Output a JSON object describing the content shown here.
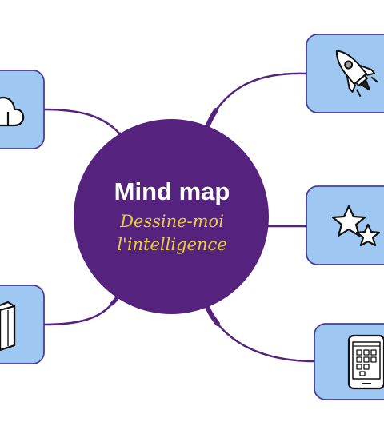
{
  "center": {
    "title": "Mind map",
    "subtitle_line1": "Dessine-moi",
    "subtitle_line2": "l'intelligence"
  },
  "colors": {
    "center_fill": "#55237e",
    "branch": "#55237e",
    "title": "#ffffff",
    "subtitle": "#e9cf3a",
    "box_fill": "#9ec8f2",
    "box_border": "#4a3d94"
  },
  "branches": [
    {
      "side": "left",
      "icon": "cloud-icon"
    },
    {
      "side": "left",
      "icon": "book-icon"
    },
    {
      "side": "right",
      "icon": "rocket-icon"
    },
    {
      "side": "right",
      "icon": "stars-icon"
    },
    {
      "side": "right",
      "icon": "tablet-icon"
    }
  ]
}
